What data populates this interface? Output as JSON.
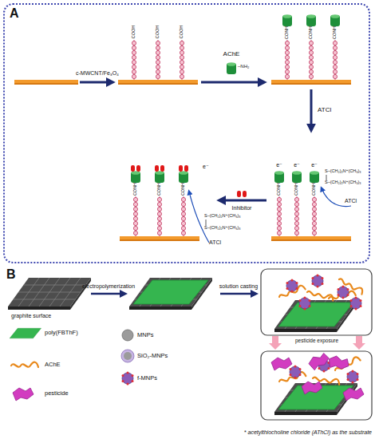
{
  "diagram": {
    "nodes": [
      {
        "text": [
          "A"
        ]
      }
    ],
    "labels": [
      "c-MWCNT/Fe₃O₄",
      "AChE",
      "–NH₂",
      "COOH",
      "COOH",
      "COOH",
      "CONH",
      "CONH",
      "CONH",
      "ATCl",
      "e⁻",
      "e⁻",
      "e⁻",
      "e⁻",
      "S–(CH₂)₂N⁺(CH₃)₃",
      "S–(CH₂)₂N⁺(CH₃)₃",
      "ATCl",
      "Inhibitor",
      "S–(CH₂)₂N⁺(CH₃)₃",
      "S–(CH₂)₂N⁺(CH₃)₃",
      "ATCl",
      "CONH",
      "CONH",
      "CONH",
      "CONH",
      "CONH",
      "CONH",
      "B",
      "electropolymerization",
      "solution casting",
      "graphite surface",
      "pesticide exposure",
      "* acetylthiocholine chloride (AThCl) as the substrate"
    ],
    "legend": [
      {
        "text": "poly(FBThF)"
      },
      {
        "text": "AChE"
      },
      {
        "text": "pesticide"
      },
      {
        "text": "MNPs"
      },
      {
        "text": "SiO₂-MNPs"
      },
      {
        "text": "f-MNPs"
      }
    ]
  }
}
